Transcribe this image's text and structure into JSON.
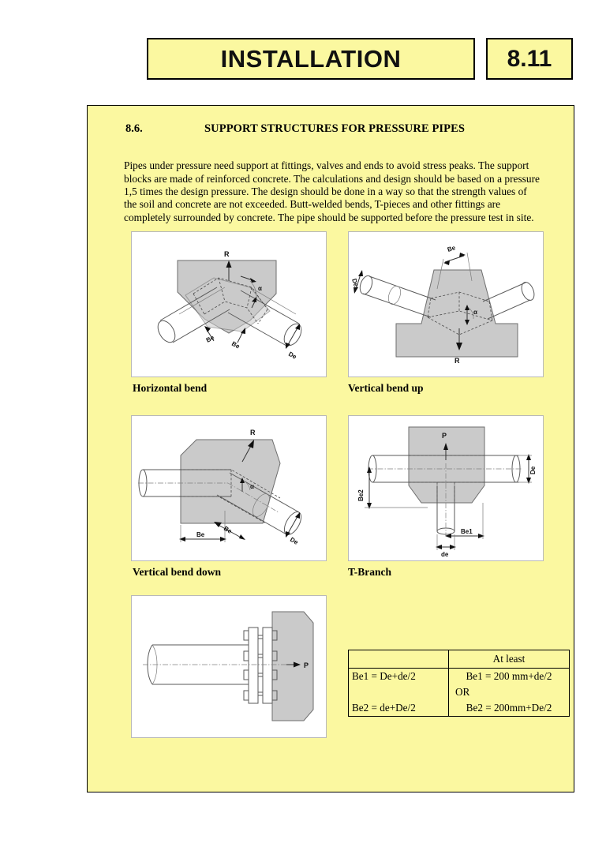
{
  "header": {
    "title": "INSTALLATION",
    "number": "8.11"
  },
  "section": {
    "number": "8.6.",
    "title": "SUPPORT STRUCTURES FOR PRESSURE PIPES",
    "body": "Pipes under pressure need support at fittings, valves and ends to avoid stress peaks. The support blocks are made of reinforced concrete. The calculations and design should be based on a pressure 1,5 times the design pressure. The design should be done in a way so that the strength values of the soil and concrete are not exceeded. Butt-welded bends, T-pieces and other fittings are completely surrounded by concrete. The pipe should be supported before the pressure test in site."
  },
  "figures": [
    {
      "id": "horizontal-bend",
      "caption": "Horizontal bend",
      "labels": [
        "R",
        "α",
        "Be",
        "Be",
        "De"
      ]
    },
    {
      "id": "vertical-bend-up",
      "caption": "Vertical bend up",
      "labels": [
        "Be",
        "De",
        "α",
        "R"
      ]
    },
    {
      "id": "vertical-bend-down",
      "caption": "Vertical bend down",
      "labels": [
        "R",
        "α",
        "Be",
        "Be",
        "De"
      ]
    },
    {
      "id": "t-branch",
      "caption": "T-Branch",
      "labels": [
        "P",
        "De",
        "Be2",
        "Be1",
        "de"
      ]
    },
    {
      "id": "pipe-end-blind-flange",
      "caption": "",
      "labels": [
        "P"
      ]
    }
  ],
  "formula_table": {
    "header_blank": "",
    "header_atleast": "At least",
    "rows": [
      {
        "left": "Be1 = De+de/2",
        "right": "Be1 = 200 mm+de/2"
      },
      {
        "left": "",
        "right": "OR"
      },
      {
        "left": "Be2 = de+De/2",
        "right": "Be2 = 200mm+De/2"
      }
    ],
    "or_label": "OR"
  },
  "colors": {
    "page_yellow": "#fbf8a0",
    "concrete_gray": "#cacaca",
    "border_black": "#000000",
    "figure_border": "#b9b9b9"
  }
}
